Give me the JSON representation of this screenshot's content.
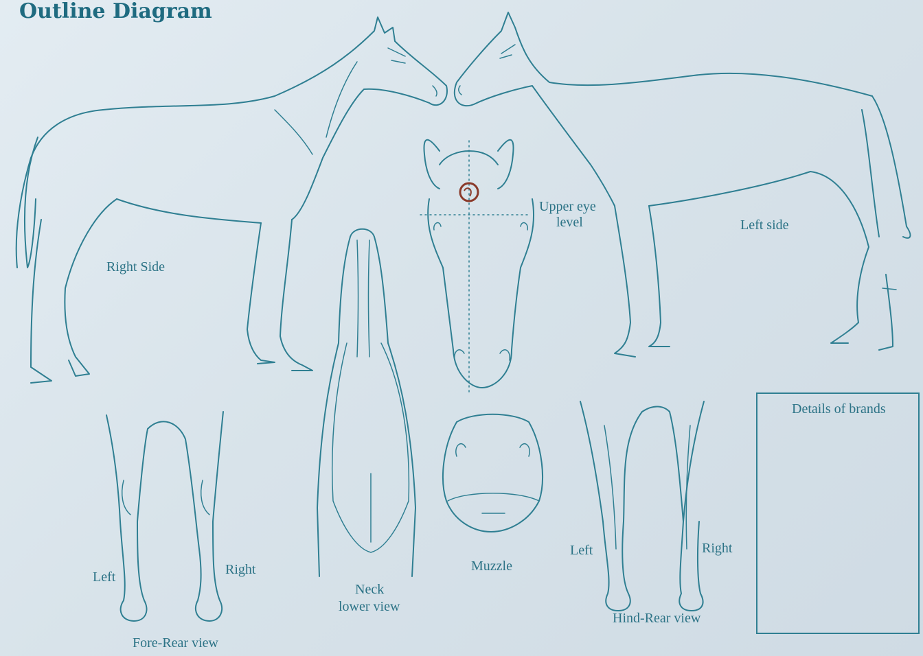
{
  "title": "Outline Diagram",
  "labels": {
    "right_side": "Right Side",
    "left_side": "Left side",
    "upper_eye_line1": "Upper eye",
    "upper_eye_line2": "level",
    "fore_left": "Left",
    "fore_right": "Right",
    "fore_rear_view": "Fore-Rear view",
    "neck_line1": "Neck",
    "neck_line2": "lower view",
    "muzzle": "Muzzle",
    "hind_left": "Left",
    "hind_right": "Right",
    "hind_rear_view": "Hind-Rear view",
    "brands_box": "Details of brands"
  },
  "colors": {
    "ink": "#2f7f92",
    "paper": "#dbe5ec",
    "marker": "#8a3a2a"
  },
  "marking": {
    "type": "whorl",
    "location": "forehead"
  }
}
